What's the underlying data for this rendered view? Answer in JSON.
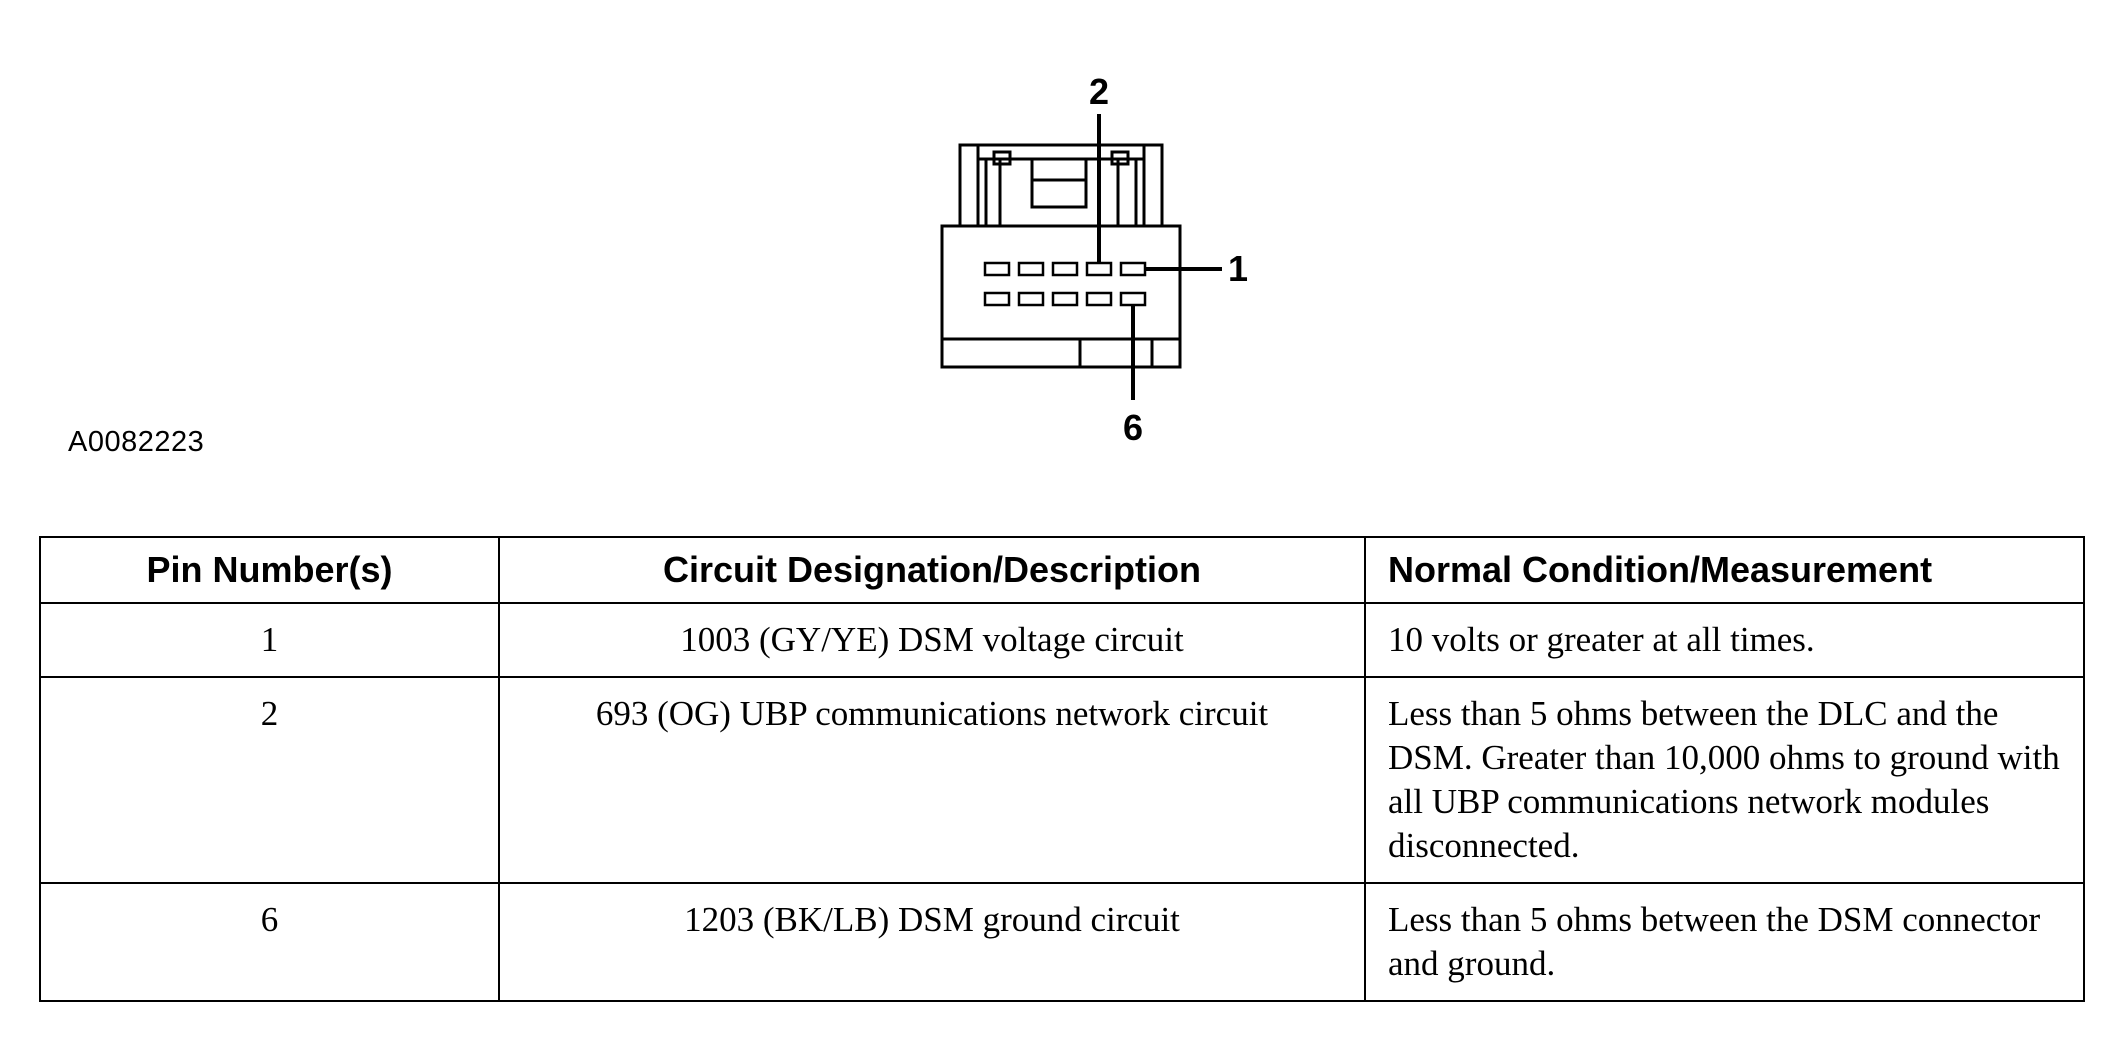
{
  "figure": {
    "id": "A0082223",
    "pin_callouts": {
      "top": "2",
      "right": "1",
      "bottom": "6"
    }
  },
  "table": {
    "headers": {
      "pin": "Pin Number(s)",
      "circuit": "Circuit Designation/Description",
      "condition": "Normal Condition/Measurement"
    },
    "rows": [
      {
        "pin": "1",
        "circuit": "1003 (GY/YE) DSM voltage circuit",
        "condition": "10 volts or greater at all times."
      },
      {
        "pin": "2",
        "circuit": "693 (OG) UBP communications network circuit",
        "condition": "Less than 5 ohms between the DLC and the DSM. Greater than 10,000 ohms to ground with all UBP communications network modules disconnected."
      },
      {
        "pin": "6",
        "circuit": "1203 (BK/LB) DSM ground circuit",
        "condition": "Less than 5 ohms between the DSM connector and ground."
      }
    ]
  }
}
